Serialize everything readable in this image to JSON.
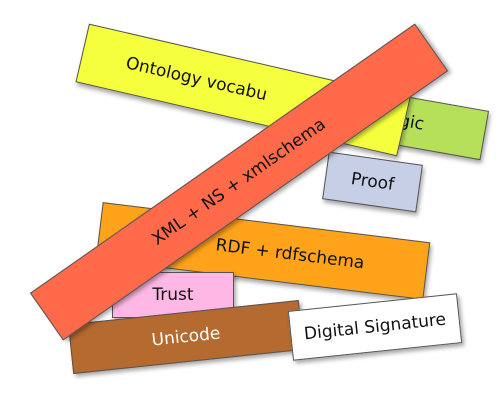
{
  "layers": {
    "logic": {
      "label": "Logic",
      "color": "#b6e05a"
    },
    "ontology": {
      "label": "Ontology vocabu",
      "color": "#f6ff3d"
    },
    "proof": {
      "label": "Proof",
      "color": "#c7cfe6"
    },
    "rdf": {
      "label": "RDF + rdfschema",
      "color": "#ffa31a"
    },
    "trust": {
      "label": "Trust",
      "color": "#ffb8e6"
    },
    "unicode": {
      "label": "Unicode",
      "color": "#b56a30"
    },
    "digital_signature": {
      "label": "Digital Signature",
      "color": "#ffffff"
    },
    "xml": {
      "label": "XML + NS + xmlschema",
      "color": "#ff6b4a"
    }
  }
}
